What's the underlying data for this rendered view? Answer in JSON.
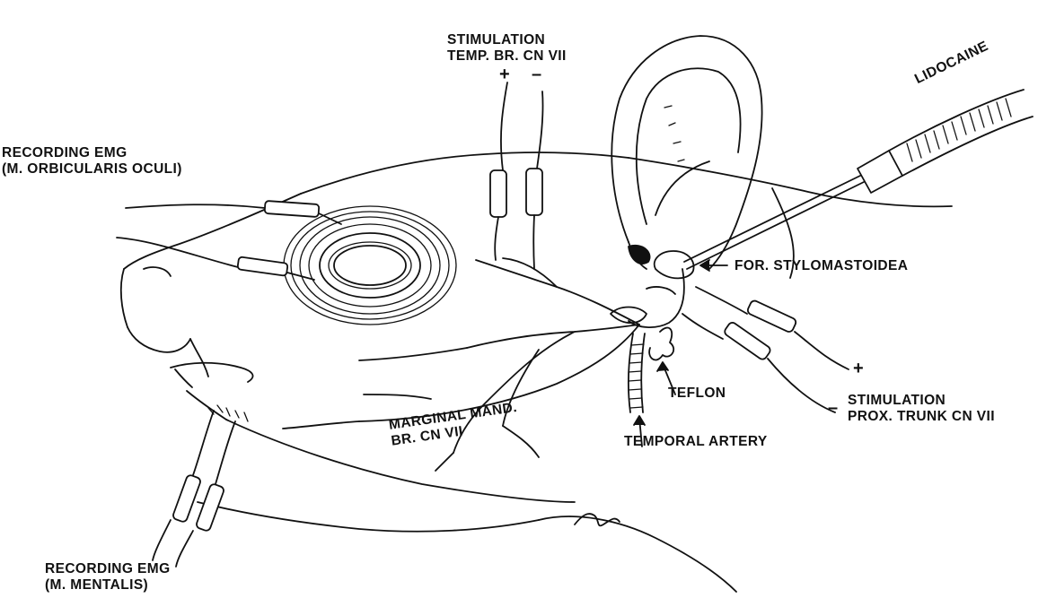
{
  "labels": {
    "stim_temp_line1": "STIMULATION",
    "stim_temp_line2": "TEMP. BR. CN VII",
    "plus_temp": "+",
    "minus_temp": "–",
    "lidocaine": "LIDOCAINE",
    "rec_oculi_line1": "RECORDING EMG",
    "rec_oculi_line2": "(M. ORBICULARIS OCULI)",
    "for_stylo": "FOR. STYLOMASTOIDEA",
    "teflon": "TEFLON",
    "plus_prox": "+",
    "minus_prox": "–",
    "stim_prox_line1": "STIMULATION",
    "stim_prox_line2": "PROX. TRUNK CN VII",
    "marginal_line1": "MARGINAL MAND.",
    "marginal_line2": "BR. CN VII",
    "temporal_artery": "TEMPORAL ARTERY",
    "rec_mentalis_line1": "RECORDING EMG",
    "rec_mentalis_line2": "(M. MENTALIS)"
  },
  "colors": {
    "ink": "#111111",
    "background": "#ffffff"
  }
}
